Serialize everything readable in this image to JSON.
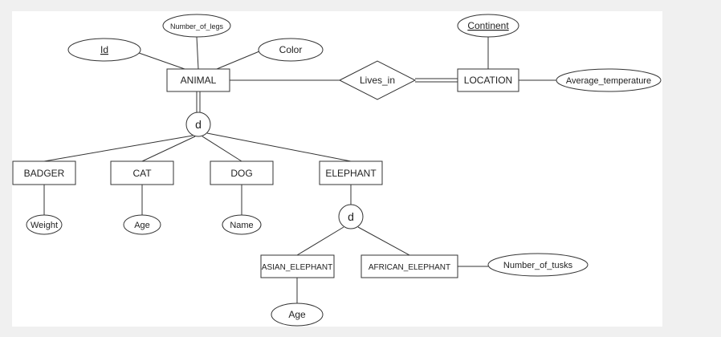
{
  "entities": {
    "animal": "ANIMAL",
    "location": "LOCATION",
    "badger": "BADGER",
    "cat": "CAT",
    "dog": "DOG",
    "elephant": "ELEPHANT",
    "asian_elephant": "ASIAN_ELEPHANT",
    "african_elephant": "AFRICAN_ELEPHANT"
  },
  "relationships": {
    "lives_in": "Lives_in"
  },
  "attributes": {
    "id": "Id",
    "number_of_legs": "Number_of_legs",
    "color": "Color",
    "continent": "Continent",
    "average_temperature": "Average_temperature",
    "weight": "Weight",
    "cat_age": "Age",
    "name": "Name",
    "number_of_tusks": "Number_of_tusks",
    "asian_age": "Age"
  },
  "specializations": {
    "animal_disjoint": "d",
    "elephant_disjoint": "d"
  }
}
